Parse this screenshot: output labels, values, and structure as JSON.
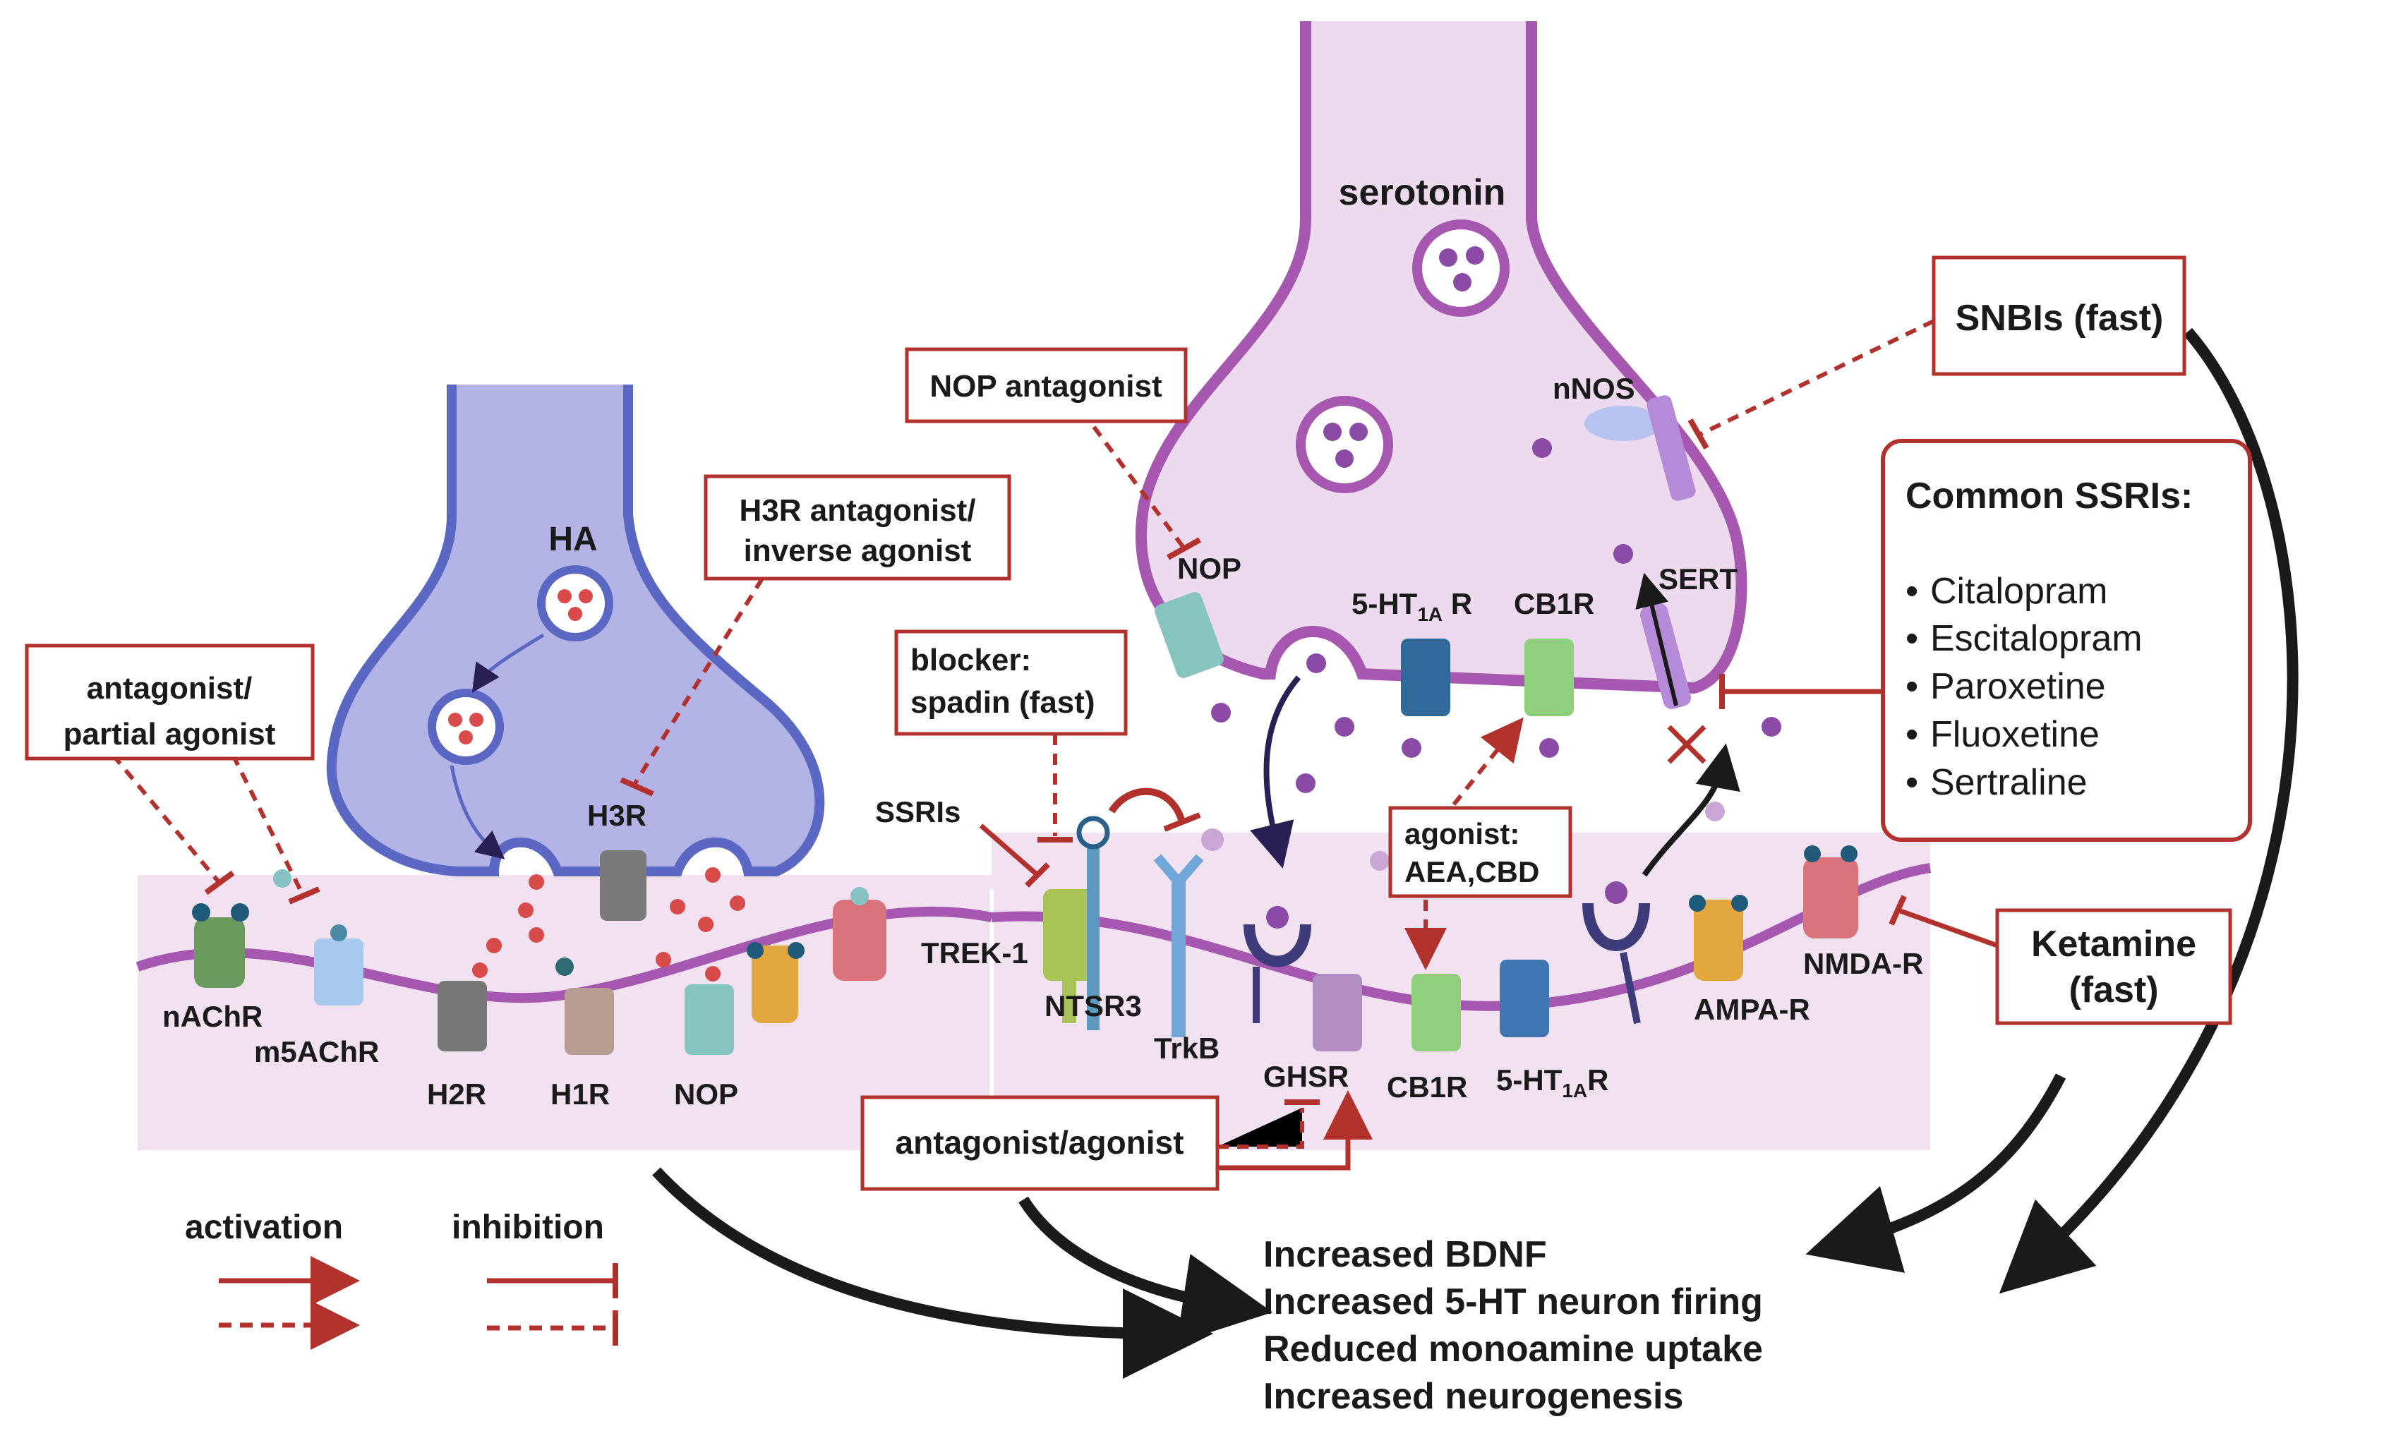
{
  "colors": {
    "membrane": "#a657b0",
    "cleft": "#f2e2f1",
    "serotonin_neuron": "#eddaee",
    "histamine_neuron": "#b3b3e6",
    "histamine_outline": "#5a68c4",
    "inhibit": "#b3312c",
    "arrow": "#1a1a1a"
  },
  "boxes": {
    "nop_antagonist": "NOP antagonist",
    "h3r_antagonist": [
      "H3R antagonist/",
      "inverse agonist"
    ],
    "antagonist_partial": [
      "antagonist/",
      "partial agonist"
    ],
    "blocker_spadin": [
      "blocker:",
      "spadin (fast)"
    ],
    "agonist_aea": [
      "agonist:",
      "AEA,CBD"
    ],
    "snbis": "SNBIs (fast)",
    "ketamine": [
      "Ketamine",
      "(fast)"
    ],
    "antagonist_agonist": "antagonist/agonist",
    "ssri_title": "Common SSRIs:",
    "ssri_list": [
      "Citalopram",
      "Escitalopram",
      "Paroxetine",
      "Fluoxetine",
      "Sertraline"
    ]
  },
  "labels": {
    "serotonin": "serotonin",
    "ha": "HA",
    "nnos": "nNOS",
    "nop_top": "NOP",
    "ht1a_top": "5-HT",
    "ht1a_sub": "1A",
    "ht1a_r": " R",
    "cb1r_top": "CB1R",
    "sert": "SERT",
    "h3r": "H3R",
    "ssris": "SSRIs",
    "trek1": "TREK-1",
    "ntsr3": "NTSR3",
    "trkb": "TrkB",
    "ghsr": "GHSR",
    "cb1r_bottom": "CB1R",
    "ht1ar_bottom": "5-HT",
    "ht1ar_bottom_sub": "1A",
    "ht1ar_bottom_r": "R",
    "ampar": "AMPA-R",
    "nmdar": "NMDA-R",
    "nachr": "nAChR",
    "m5achr": "m5AChR",
    "h2r": "H2R",
    "h1r": "H1R",
    "nop_bottom": "NOP"
  },
  "legend": {
    "activation": "activation",
    "inhibition": "inhibition"
  },
  "outcomes": [
    "Increased BDNF",
    "Increased 5-HT neuron firing",
    "Reduced monoamine uptake",
    "Increased neurogenesis"
  ]
}
